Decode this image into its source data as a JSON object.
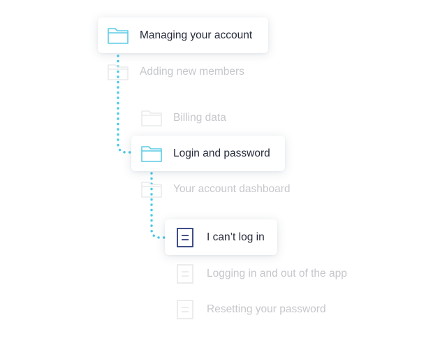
{
  "tree": {
    "items": [
      {
        "label": "Managing your account",
        "icon": "folder-icon",
        "state": "active"
      },
      {
        "label": "Adding new members",
        "icon": "folder-icon",
        "state": "faded"
      },
      {
        "label": "Billing data",
        "icon": "folder-icon",
        "state": "faded"
      },
      {
        "label": "Login and password",
        "icon": "folder-icon",
        "state": "active"
      },
      {
        "label": "Your account dashboard",
        "icon": "folder-icon",
        "state": "faded"
      },
      {
        "label": "I can’t log in",
        "icon": "document-icon",
        "state": "active"
      },
      {
        "label": "Logging in and out of the app",
        "icon": "document-icon",
        "state": "faded"
      },
      {
        "label": "Resetting your password",
        "icon": "document-icon",
        "state": "faded"
      }
    ]
  },
  "colors": {
    "folder_active": "#5ccbe6",
    "document_active": "#2b3a7a",
    "connector": "#48c9e6",
    "faded_icon": "#e9eaec",
    "faded_text": "#c5c7cc",
    "active_text": "#262b3a"
  }
}
